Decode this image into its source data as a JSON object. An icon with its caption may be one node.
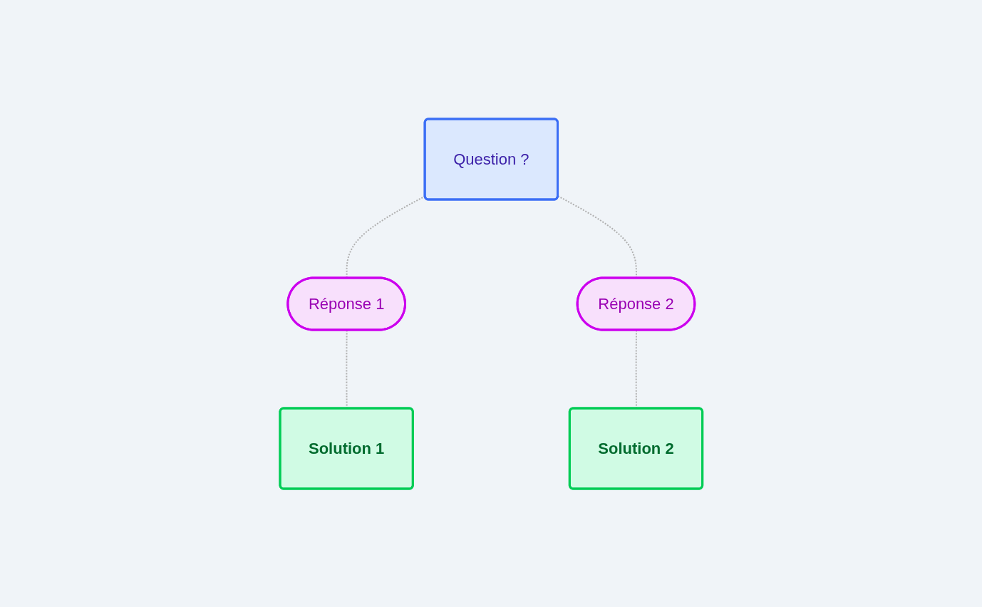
{
  "diagram": {
    "nodes": [
      {
        "text": [
          "Question ?"
        ]
      },
      {
        "text": [
          "Réponse 1"
        ]
      },
      {
        "text": [
          "Réponse 2"
        ]
      },
      {
        "text": [
          "Solution 1"
        ]
      },
      {
        "text": [
          "Solution 2"
        ]
      }
    ],
    "edges": [
      {
        "from": 0,
        "to": 1,
        "arrow": "none",
        "style": "dashed"
      },
      {
        "from": 0,
        "to": 2,
        "arrow": "none",
        "style": "dashed"
      },
      {
        "from": 1,
        "to": 3,
        "arrow": "none",
        "style": "dashed"
      },
      {
        "from": 2,
        "to": 4,
        "arrow": "none",
        "style": "dashed"
      }
    ]
  }
}
